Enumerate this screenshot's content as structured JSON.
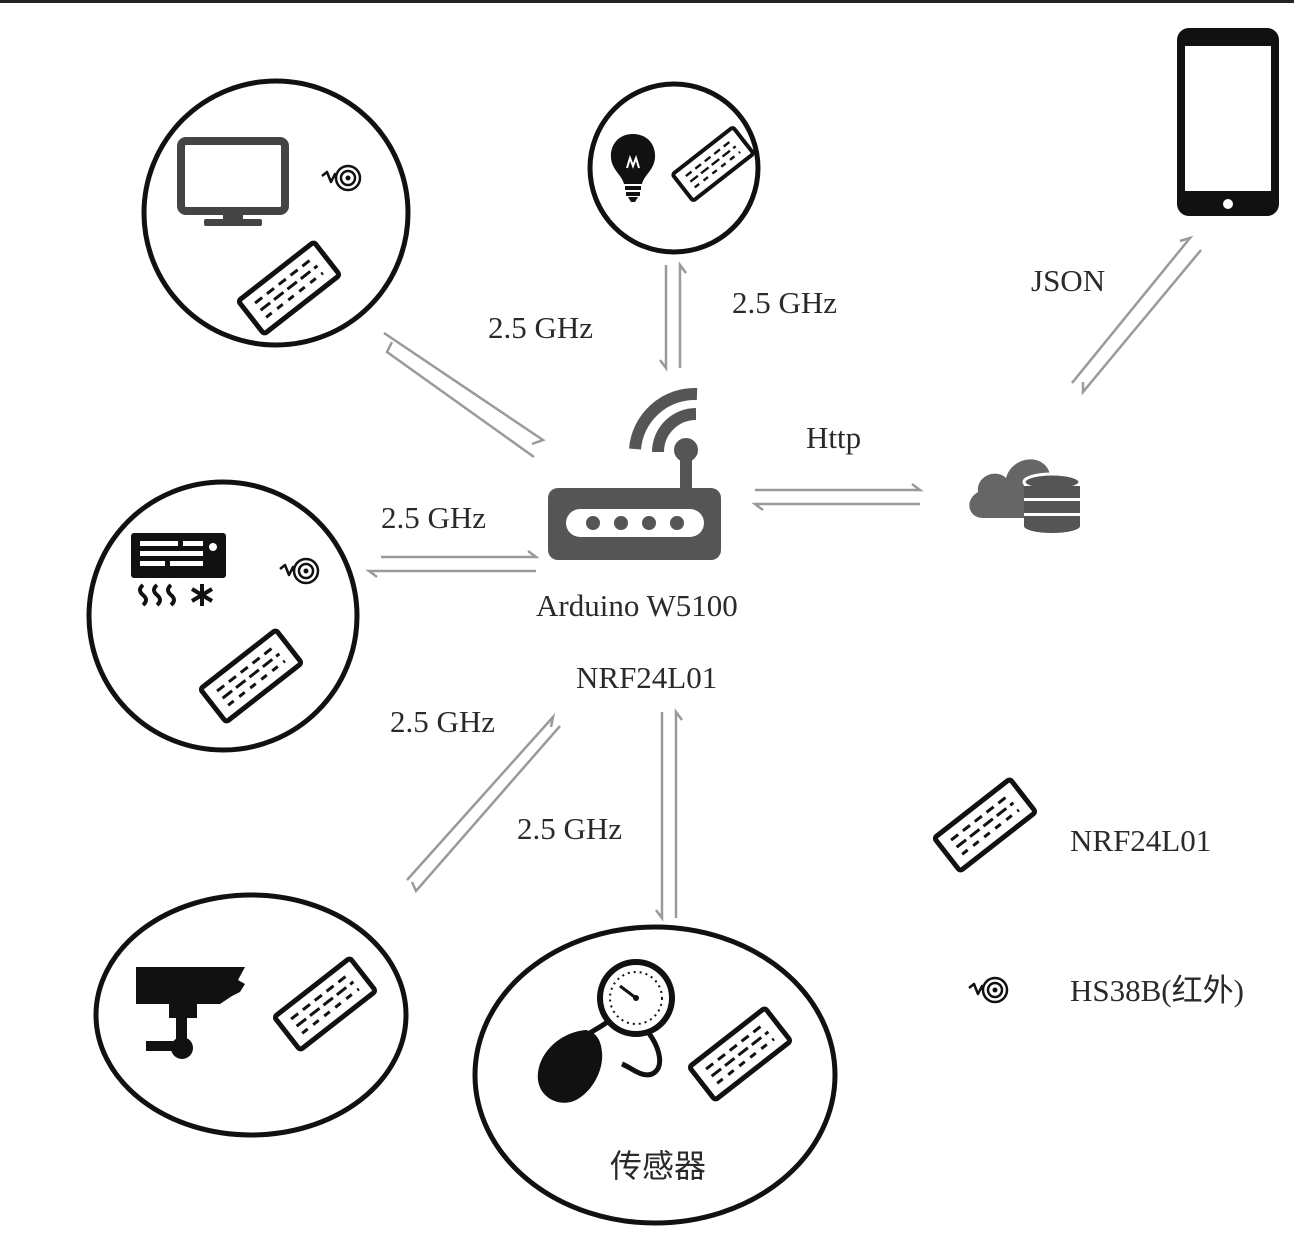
{
  "diagram": {
    "frequency_labels": [
      "2.5 GHz",
      "2.5 GHz",
      "2.5 GHz",
      "2.5 GHz",
      "2.5 GHz"
    ],
    "http_label": "Http",
    "json_label": "JSON",
    "hub_name": "Arduino W5100",
    "hub_module": "NRF24L01",
    "sensor_label": "传感器"
  },
  "legend": {
    "nrf_label": "NRF24L01",
    "ir_label": "HS38B(红外)"
  },
  "icons": {
    "hub": "router-icon",
    "tv": "monitor-icon",
    "lamp": "light-bulb-icon",
    "ac": "air-conditioner-icon",
    "camera": "security-camera-icon",
    "sensor": "pressure-gauge-icon",
    "cloud": "cloud-database-icon",
    "phone": "smartphone-icon",
    "radio": "nrf24l01-module-icon",
    "infrared": "infrared-receiver-icon"
  },
  "colors": {
    "icon_dark": "#111111",
    "hub_grey": "#555555",
    "arrow_grey": "#9a9a9a",
    "text": "#2a2a2a"
  }
}
